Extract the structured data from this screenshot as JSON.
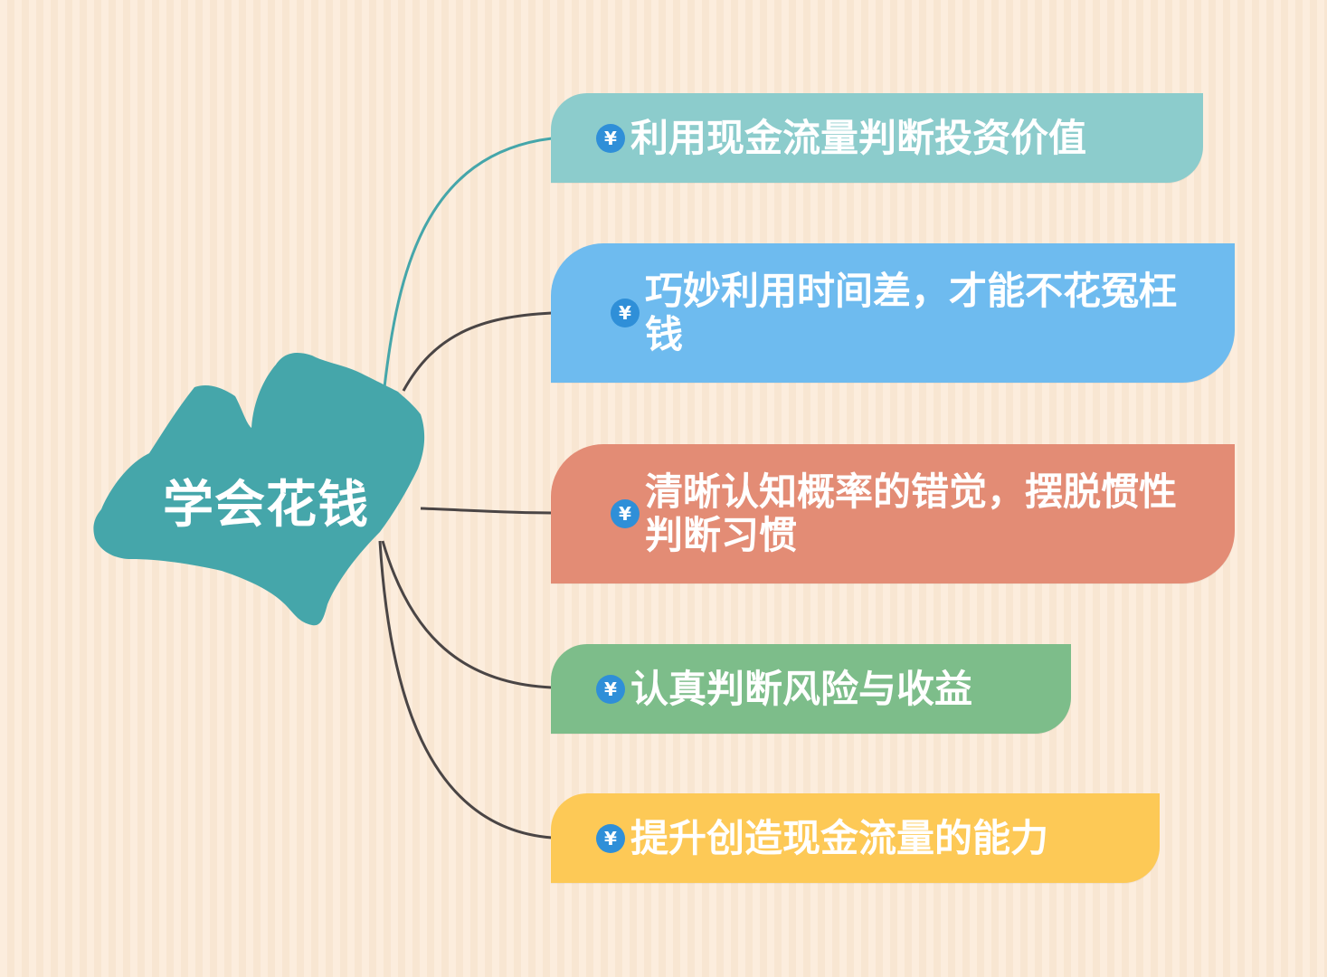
{
  "mindmap": {
    "root": {
      "label": "学会花钱",
      "color": "#45a6aa"
    },
    "branches": [
      {
        "icon": "yen-coin-icon",
        "icon_glyph": "¥",
        "label": "利用现金流量判断投资价值",
        "color": "#8ccccc",
        "connector_color": "#45a6aa"
      },
      {
        "icon": "yen-coin-icon",
        "icon_glyph": "¥",
        "label": "巧妙利用时间差，才能不花冤枉钱",
        "color": "#6ebbef",
        "connector_color": "#4a4545"
      },
      {
        "icon": "yen-coin-icon",
        "icon_glyph": "¥",
        "label": "清晰认知概率的错觉，摆脱惯性判断习惯",
        "color": "#e38c75",
        "connector_color": "#4a4545"
      },
      {
        "icon": "yen-coin-icon",
        "icon_glyph": "¥",
        "label": "认真判断风险与收益",
        "color": "#7dbd8a",
        "connector_color": "#4a4545"
      },
      {
        "icon": "yen-coin-icon",
        "icon_glyph": "¥",
        "label": "提升创造现金流量的能力",
        "color": "#fdc956",
        "connector_color": "#4a4545"
      }
    ],
    "background": "#fbe9d6",
    "icon_color": "#2f8fd8"
  }
}
